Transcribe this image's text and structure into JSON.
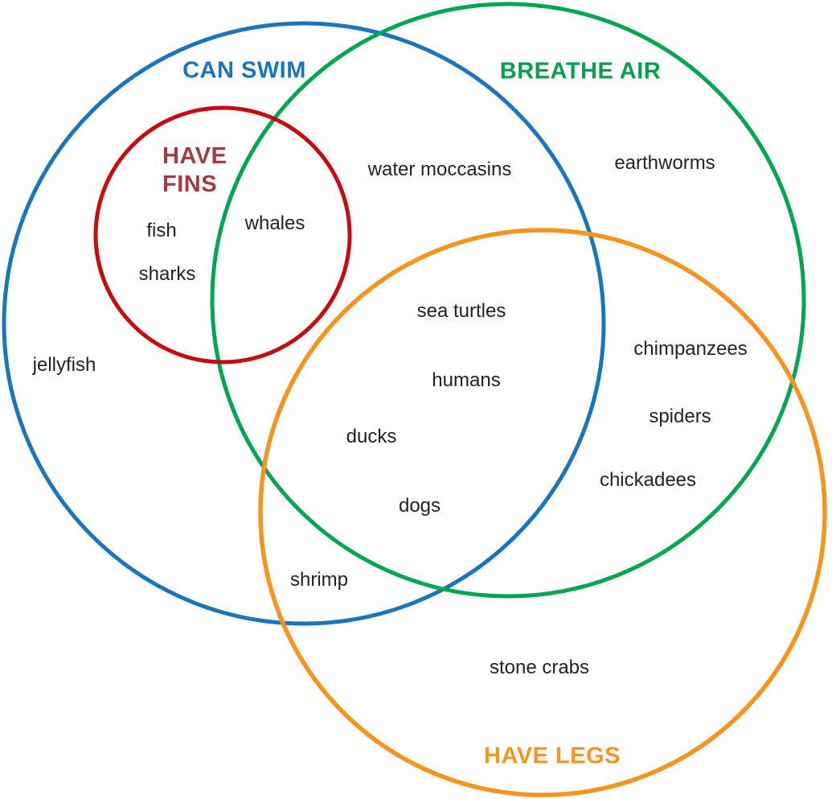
{
  "diagram": {
    "type": "venn",
    "background": "#ffffff",
    "text_color": "#222222",
    "sets": [
      {
        "id": "can-swim",
        "label": "CAN SWIM",
        "color": "#1B75BC",
        "label_color": "#1B75BC"
      },
      {
        "id": "breathe-air",
        "label": "BREATHE AIR",
        "color": "#00A651",
        "label_color": "#089E4C"
      },
      {
        "id": "have-legs",
        "label": "HAVE LEGS",
        "color": "#F7941E",
        "label_color": "#F7941E"
      },
      {
        "id": "have-fins",
        "label": "HAVE\nFINS",
        "color": "#C60C0E",
        "label_color": "#A33B44"
      }
    ],
    "items": [
      {
        "label": "fish",
        "sets": [
          "can-swim",
          "have-fins"
        ]
      },
      {
        "label": "sharks",
        "sets": [
          "can-swim",
          "have-fins"
        ]
      },
      {
        "label": "whales",
        "sets": [
          "can-swim",
          "have-fins",
          "breathe-air"
        ]
      },
      {
        "label": "water moccasins",
        "sets": [
          "can-swim",
          "breathe-air"
        ]
      },
      {
        "label": "earthworms",
        "sets": [
          "breathe-air"
        ]
      },
      {
        "label": "jellyfish",
        "sets": [
          "can-swim"
        ]
      },
      {
        "label": "sea turtles",
        "sets": [
          "can-swim",
          "breathe-air",
          "have-legs"
        ]
      },
      {
        "label": "humans",
        "sets": [
          "can-swim",
          "breathe-air",
          "have-legs"
        ]
      },
      {
        "label": "ducks",
        "sets": [
          "can-swim",
          "breathe-air",
          "have-legs"
        ]
      },
      {
        "label": "dogs",
        "sets": [
          "can-swim",
          "breathe-air",
          "have-legs"
        ]
      },
      {
        "label": "chimpanzees",
        "sets": [
          "breathe-air",
          "have-legs"
        ]
      },
      {
        "label": "spiders",
        "sets": [
          "breathe-air",
          "have-legs"
        ]
      },
      {
        "label": "chickadees",
        "sets": [
          "breathe-air",
          "have-legs"
        ]
      },
      {
        "label": "shrimp",
        "sets": [
          "can-swim",
          "have-legs"
        ]
      },
      {
        "label": "stone crabs",
        "sets": [
          "have-legs"
        ]
      }
    ]
  }
}
